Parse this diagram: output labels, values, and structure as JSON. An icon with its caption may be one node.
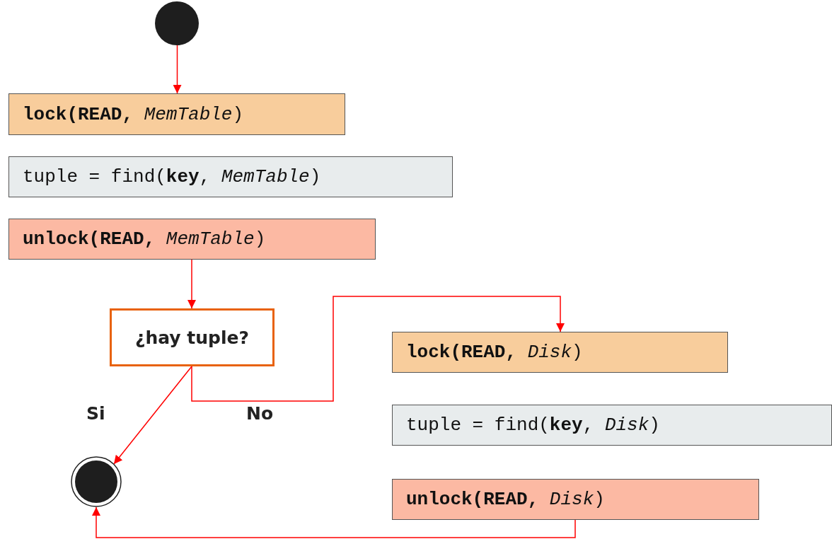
{
  "diagram": {
    "nodes": [
      {
        "text": [],
        "shape": "circle"
      },
      {
        "text": [
          "**lock(READ,** *MemTable*)"
        ]
      },
      {
        "text": [
          "tuple = find(**key**, *MemTable*)"
        ]
      },
      {
        "text": [
          "**unlock(READ,** *MemTable*)"
        ]
      },
      {
        "text": [
          "¿hay tuple?"
        ]
      },
      {
        "text": [
          "**lock(READ,** *Disk*)"
        ]
      },
      {
        "text": [
          "tuple = find(**key**, *Disk*)"
        ]
      },
      {
        "text": [
          "**unlock(READ,** *Disk*)"
        ]
      },
      {
        "text": [],
        "shape": "circle"
      }
    ],
    "edges": [
      {
        "from": 0,
        "to": 1,
        "arrow": "to"
      },
      {
        "from": 3,
        "to": 4,
        "arrow": "to"
      },
      {
        "from": 4,
        "to": 5,
        "arrow": "to",
        "label": "No"
      },
      {
        "from": 4,
        "to": 8,
        "arrow": "to",
        "label": "Si"
      },
      {
        "from": 7,
        "to": 8,
        "arrow": "to"
      }
    ]
  }
}
